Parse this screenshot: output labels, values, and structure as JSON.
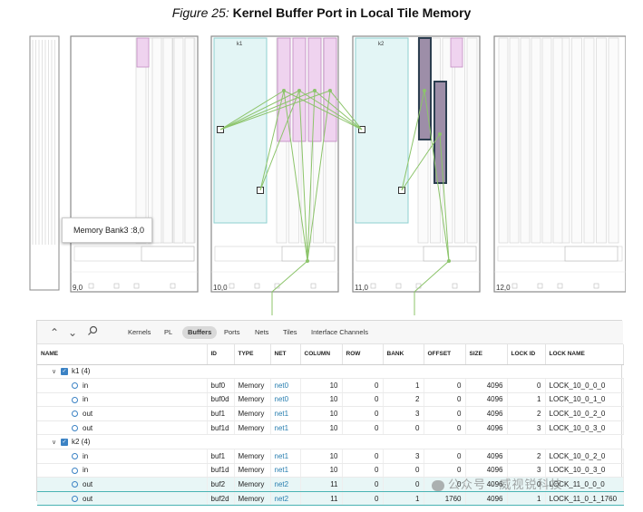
{
  "caption": {
    "figure_label": "Figure 25:",
    "title": "Kernel Buffer Port in Local Tile Memory"
  },
  "floorplan": {
    "tiles": [
      {
        "label": "9,0",
        "kernel": ""
      },
      {
        "label": "10,0",
        "kernel": "k1"
      },
      {
        "label": "11,0",
        "kernel": "k2"
      },
      {
        "label": "12,0",
        "kernel": ""
      }
    ],
    "tooltip": "Memory Bank3 :8,0",
    "colors": {
      "kernel_fill": "#e3f5f5",
      "kernel_stroke": "#8fd0d0",
      "bank_fill": "#efd3ef",
      "bank_stroke": "#c48ec4",
      "bank_selected_fill": "#9d8ea8",
      "bank_selected_stroke": "#2c3e50",
      "net_line": "#8cc46a",
      "tile_stroke": "#8a8a8a"
    }
  },
  "toolbar": {
    "icons": [
      "collapse-all-icon",
      "expand-all-icon",
      "search-icon"
    ],
    "tabs": [
      "Kernels",
      "PL",
      "Buffers",
      "Ports",
      "Nets",
      "Tiles",
      "Interface Channels"
    ],
    "active_tab": "Buffers"
  },
  "table": {
    "columns": [
      "NAME",
      "ID",
      "TYPE",
      "NET",
      "COLUMN",
      "ROW",
      "BANK",
      "OFFSET",
      "SIZE",
      "LOCK ID",
      "LOCK NAME"
    ],
    "groups": [
      {
        "name": "k1 (4)",
        "rows": [
          {
            "name": "in",
            "id": "buf0",
            "type": "Memory",
            "net": "net0",
            "column": "10",
            "row": "0",
            "bank": "1",
            "offset": "0",
            "size": "4096",
            "lock_id": "0",
            "lock_name": "LOCK_10_0_0_0"
          },
          {
            "name": "in",
            "id": "buf0d",
            "type": "Memory",
            "net": "net0",
            "column": "10",
            "row": "0",
            "bank": "2",
            "offset": "0",
            "size": "4096",
            "lock_id": "1",
            "lock_name": "LOCK_10_0_1_0"
          },
          {
            "name": "out",
            "id": "buf1",
            "type": "Memory",
            "net": "net1",
            "column": "10",
            "row": "0",
            "bank": "3",
            "offset": "0",
            "size": "4096",
            "lock_id": "2",
            "lock_name": "LOCK_10_0_2_0"
          },
          {
            "name": "out",
            "id": "buf1d",
            "type": "Memory",
            "net": "net1",
            "column": "10",
            "row": "0",
            "bank": "0",
            "offset": "0",
            "size": "4096",
            "lock_id": "3",
            "lock_name": "LOCK_10_0_3_0"
          }
        ]
      },
      {
        "name": "k2 (4)",
        "rows": [
          {
            "name": "in",
            "id": "buf1",
            "type": "Memory",
            "net": "net1",
            "column": "10",
            "row": "0",
            "bank": "3",
            "offset": "0",
            "size": "4096",
            "lock_id": "2",
            "lock_name": "LOCK_10_0_2_0"
          },
          {
            "name": "in",
            "id": "buf1d",
            "type": "Memory",
            "net": "net1",
            "column": "10",
            "row": "0",
            "bank": "0",
            "offset": "0",
            "size": "4096",
            "lock_id": "3",
            "lock_name": "LOCK_10_0_3_0"
          },
          {
            "name": "out",
            "id": "buf2",
            "type": "Memory",
            "net": "net2",
            "column": "11",
            "row": "0",
            "bank": "0",
            "offset": "0",
            "size": "4096",
            "lock_id": "0",
            "lock_name": "LOCK_11_0_0_0"
          },
          {
            "name": "out",
            "id": "buf2d",
            "type": "Memory",
            "net": "net2",
            "column": "11",
            "row": "0",
            "bank": "1",
            "offset": "1760",
            "size": "4096",
            "lock_id": "1",
            "lock_name": "LOCK_11_0_1_1760"
          }
        ]
      }
    ]
  },
  "watermark": "公众号 · 威视锐科技"
}
